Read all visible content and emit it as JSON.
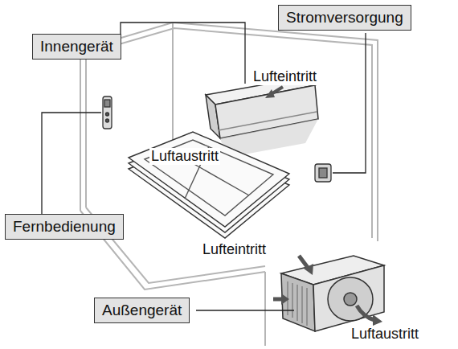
{
  "diagram": {
    "nodes": [
      {
        "text": [
          "Innengerät"
        ]
      },
      {
        "text": [
          "Stromversorgung"
        ]
      },
      {
        "text": [
          "Fernbedienung"
        ]
      },
      {
        "text": [
          "Außengerät"
        ]
      }
    ],
    "labels": [
      "Lufteintritt",
      "Luftaustritt",
      "Lufteintritt",
      "Luftaustritt"
    ]
  }
}
